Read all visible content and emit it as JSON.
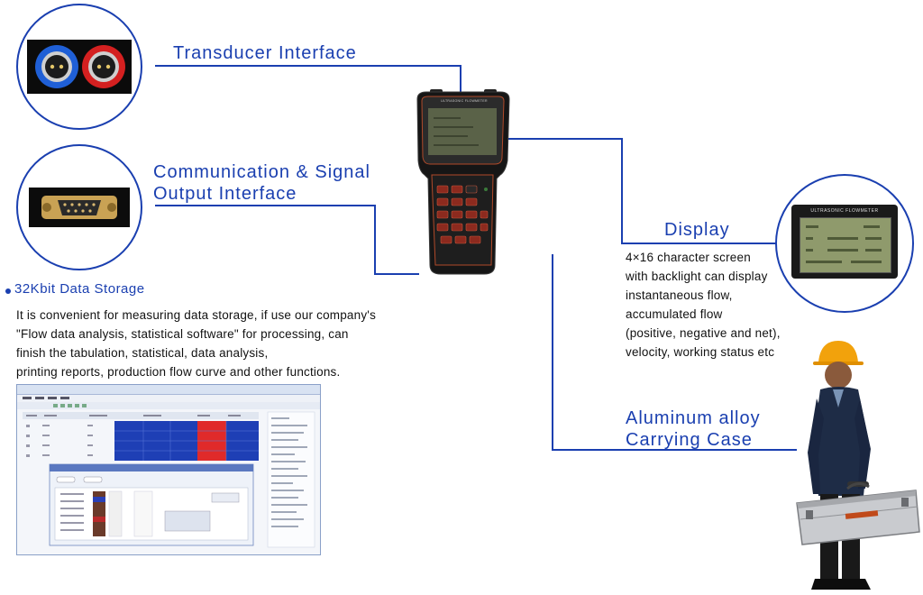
{
  "labels": {
    "transducer": "Transducer Interface",
    "comm_line1": "Communication & Signal",
    "comm_line2": "Output Interface",
    "display": "Display",
    "case_line1": "Aluminum alloy",
    "case_line2": "Carrying Case",
    "storage": "32Kbit Data Storage"
  },
  "display_desc": [
    "4×16 character screen",
    "with backlight can display",
    "instantaneous flow,",
    "accumulated flow",
    "(positive, negative and net),",
    "velocity, working status etc"
  ],
  "storage_desc": [
    "It is convenient for measuring data storage, if use our company's",
    "\"Flow data analysis, statistical software\" for processing, can",
    "finish the tabulation, statistical, data analysis,",
    "printing reports, production flow curve and other functions."
  ],
  "device": {
    "header_text": "ULTRASONIC FLOWMETER",
    "zoom_header_text": "ULTRASONIC FLOWMETER"
  },
  "colors": {
    "accent": "#1a3fb0",
    "connector_blue": "#1f5fd6",
    "connector_red": "#d42020"
  }
}
